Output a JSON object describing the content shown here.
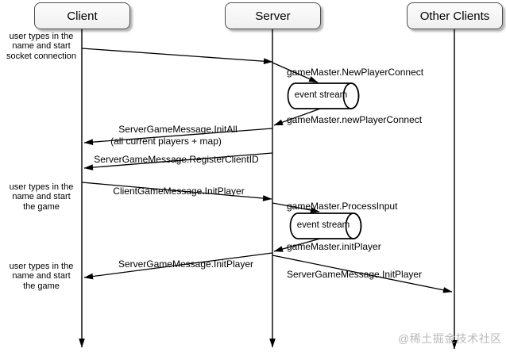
{
  "diagram": {
    "actors": [
      {
        "label": "Client"
      },
      {
        "label": "Server"
      },
      {
        "label": "Other Clients"
      }
    ],
    "annotations": [
      {
        "lines": [
          "user types in the",
          "name and start",
          "socket connection"
        ]
      },
      {
        "lines": [
          "user types in the",
          "name and start",
          "the game"
        ]
      },
      {
        "lines": [
          "user types in the",
          "name and start",
          "the game"
        ]
      }
    ],
    "messages": {
      "new_player_connect": "gameMaster.NewPlayerConnect",
      "new_player_connect_out": "gameMaster.newPlayerConnect",
      "init_all_line1": "ServerGameMessage.InitAll",
      "init_all_line2": "(all current players + map)",
      "register_client_id": "ServerGameMessage.RegisterClientID",
      "client_init_player": "ClientGameMessage.InitPlayer",
      "process_input": "gameMaster.ProcessInput",
      "init_player_out": "gameMaster.initPlayer",
      "server_init_player_to_client": "ServerGameMessage.InitPlayer",
      "server_init_player_to_others": "ServerGameMessage.InitPlayer"
    },
    "event_streams": [
      {
        "label": "event stream"
      },
      {
        "label": "event stream"
      }
    ],
    "watermark": "@稀土掘金技术社区",
    "colors": {
      "line": "#000000",
      "box_fill": "#f5f5f5",
      "box_border": "#4d4d4d",
      "watermark": "#b9b9b9"
    }
  }
}
